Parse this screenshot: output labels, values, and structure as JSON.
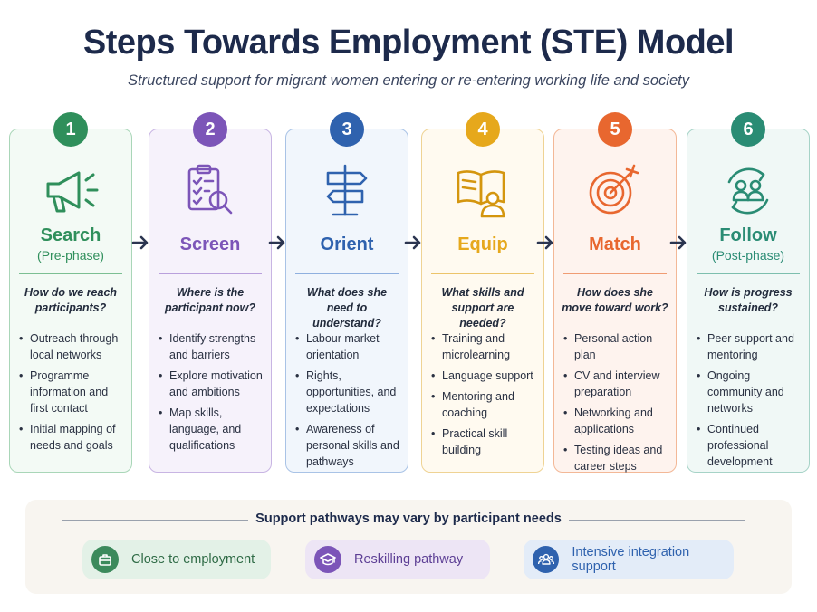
{
  "title": "Steps Towards Employment (STE) Model",
  "subtitle": "Structured support for migrant women entering or re-entering working life and society",
  "colors": {
    "green": "#2f8f5b",
    "purple": "#7c55b8",
    "blue": "#2f62ae",
    "orange": "#e6a81c",
    "red": "#e8672f",
    "teal": "#2a8c74"
  },
  "steps": [
    {
      "number": "1",
      "name": "Search",
      "phase": "(Pre-phase)",
      "icon": "megaphone-icon",
      "question": "How do we reach participants?",
      "bullets": [
        "Outreach through local networks",
        "Programme information and first contact",
        "Initial mapping of needs and goals"
      ]
    },
    {
      "number": "2",
      "name": "Screen",
      "phase": "",
      "icon": "checklist-magnifier-icon",
      "question": "Where is the participant now?",
      "bullets": [
        "Identify strengths and barriers",
        "Explore motivation and ambitions",
        "Map skills, language, and qualifications"
      ]
    },
    {
      "number": "3",
      "name": "Orient",
      "phase": "",
      "icon": "signpost-icon",
      "question": "What does she need to understand?",
      "bullets": [
        "Labour market orientation",
        "Rights, opportunities, and expectations",
        "Awareness of personal skills and pathways"
      ]
    },
    {
      "number": "4",
      "name": "Equip",
      "phase": "",
      "icon": "book-learner-icon",
      "question": "What skills and support are needed?",
      "bullets": [
        "Training and microlearning",
        "Language support",
        "Mentoring and coaching",
        "Practical skill building"
      ]
    },
    {
      "number": "5",
      "name": "Match",
      "phase": "",
      "icon": "target-arrow-icon",
      "question": "How does she move toward work?",
      "bullets": [
        "Personal action plan",
        "CV and interview preparation",
        "Networking and applications",
        "Testing ideas and career steps"
      ]
    },
    {
      "number": "6",
      "name": "Follow",
      "phase": "(Post-phase)",
      "icon": "people-cycle-icon",
      "question": "How is progress sustained?",
      "bullets": [
        "Peer support and mentoring",
        "Ongoing community and networks",
        "Continued professional development"
      ]
    }
  ],
  "pathways": {
    "title": "Support pathways may vary by participant needs",
    "items": [
      {
        "label": "Close to employment",
        "icon": "briefcase-icon"
      },
      {
        "label": "Reskilling pathway",
        "icon": "graduation-cap-icon"
      },
      {
        "label": "Intensive integration support",
        "icon": "group-icon"
      }
    ]
  }
}
